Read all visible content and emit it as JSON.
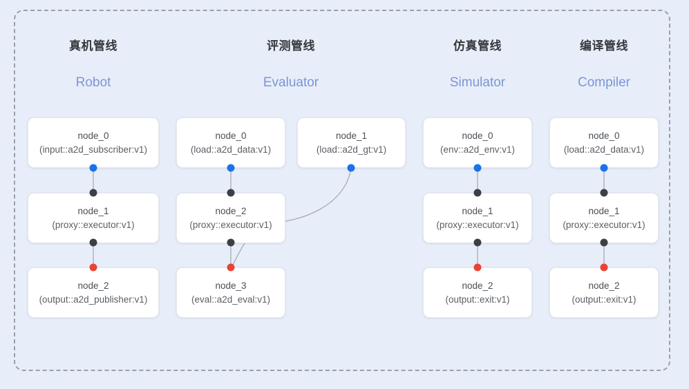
{
  "canvas": {
    "background_color": "#e8edfa",
    "frame_border_color": "#9aa0a6",
    "frame_style": "dashed"
  },
  "palette": {
    "port_blue": "#1a73e8",
    "port_black": "#3c4043",
    "port_red": "#ea4335",
    "header_cn_color": "#35393d",
    "header_en_color": "#7b96d4",
    "edge_color": "#9aa0a6"
  },
  "columns": [
    {
      "id": "robot",
      "title_cn": "真机管线",
      "title_en": "Robot",
      "nodes": [
        {
          "name": "node_0",
          "spec": "(input::a2d_subscriber:v1)"
        },
        {
          "name": "node_1",
          "spec": "(proxy::executor:v1)"
        },
        {
          "name": "node_2",
          "spec": "(output::a2d_publisher:v1)"
        }
      ]
    },
    {
      "id": "evaluator",
      "title_cn": "评测管线",
      "title_en": "Evaluator",
      "nodes": [
        {
          "name": "node_0",
          "spec": "(load::a2d_data:v1)"
        },
        {
          "name": "node_1",
          "spec": "(load::a2d_gt:v1)"
        },
        {
          "name": "node_2",
          "spec": "(proxy::executor:v1)"
        },
        {
          "name": "node_3",
          "spec": "(eval::a2d_eval:v1)"
        }
      ]
    },
    {
      "id": "simulator",
      "title_cn": "仿真管线",
      "title_en": "Simulator",
      "nodes": [
        {
          "name": "node_0",
          "spec": "(env::a2d_env:v1)"
        },
        {
          "name": "node_1",
          "spec": "(proxy::executor:v1)"
        },
        {
          "name": "node_2",
          "spec": "(output::exit:v1)"
        }
      ]
    },
    {
      "id": "compiler",
      "title_cn": "编译管线",
      "title_en": "Compiler",
      "nodes": [
        {
          "name": "node_0",
          "spec": "(load::a2d_data:v1)"
        },
        {
          "name": "node_1",
          "spec": "(proxy::executor:v1)"
        },
        {
          "name": "node_2",
          "spec": "(output::exit:v1)"
        }
      ]
    }
  ]
}
